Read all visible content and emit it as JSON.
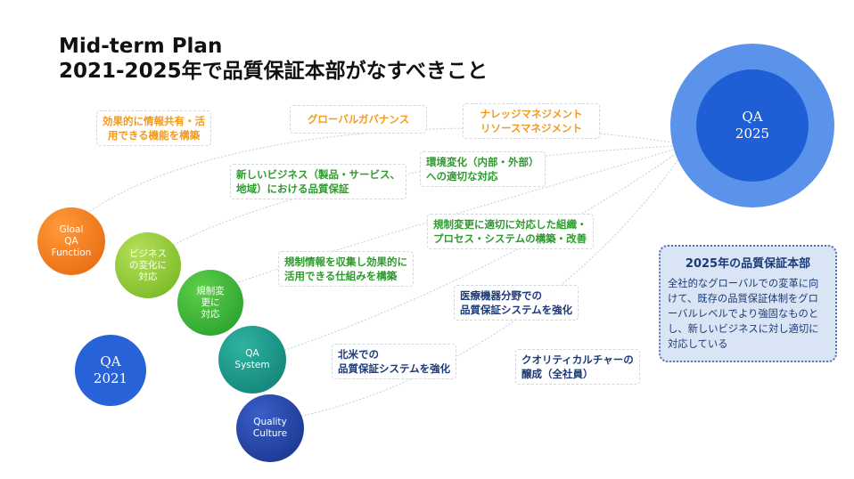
{
  "title": {
    "line1": "Mid-term Plan",
    "line2": "2021-2025年で品質保証本部がなすべきこと"
  },
  "qa2025": "QA\n2025",
  "qa2021": "QA\n2021",
  "steps": [
    "Gloal\nQA\nFunction",
    "ビジネス\nの変化に\n対応",
    "規制変\n更に\n対応",
    "QA\nSystem",
    "Quality\nCulture"
  ],
  "labels": {
    "info_sharing": "効果的に情報共有・活\n用できる機能を構築",
    "global_governance": "グローバルガバナンス",
    "knowledge": "ナレッジマネジメント\nリソースマネジメント",
    "new_business": "新しいビジネス（製品・サービス、\n地域）における品質保証",
    "environment": "環境変化（内部・外部）\nへの適切な対応",
    "reg_org": "規制変更に適切に対応した組織・\nプロセス・システムの構築・改善",
    "reg_info": "規制情報を収集し効果的に\n活用できる仕組みを構築",
    "medical": "医療機器分野での\n品質保証システムを強化",
    "north_america": "北米での\n品質保証システムを強化",
    "culture": "クオリティカルチャーの\n醸成（全社員）"
  },
  "infobox": {
    "heading": "2025年の品質保証本部",
    "body": "全社的なグローバルでの変革に向けて、既存の品質保証体制をグローバルレベルでより強固なものとし、新しいビジネスに対し適切に対応している"
  },
  "colors": {
    "orange": "#f39a1e",
    "green": "#2e9b2e",
    "navy": "#1d3a78",
    "blue": "#1f5fd6",
    "light_blue": "#5b93ea"
  }
}
